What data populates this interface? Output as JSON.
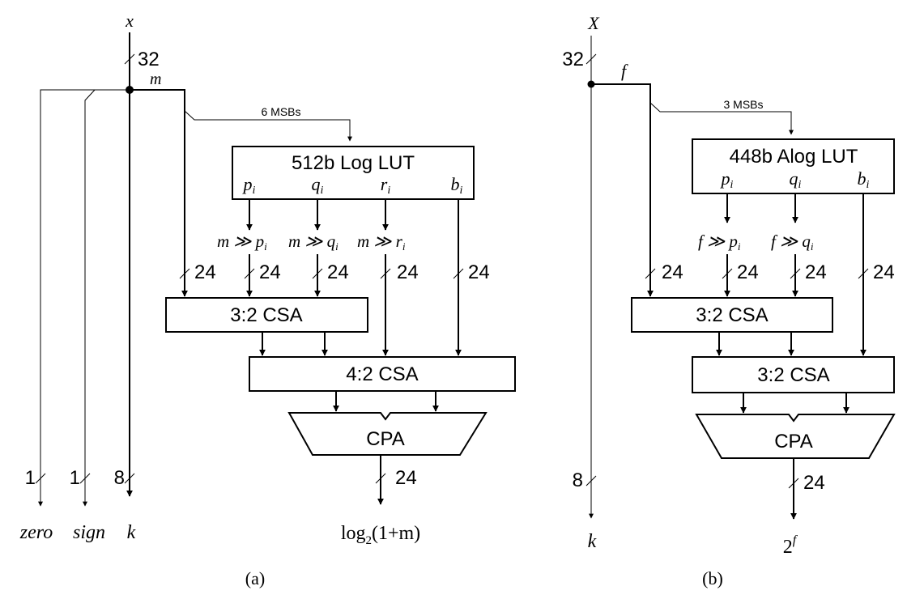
{
  "panel_a": {
    "caption": "(a)",
    "input": "x",
    "input_width": "32",
    "m_label": "m",
    "msb_label": "6 MSBs",
    "lut": {
      "title": "512b Log LUT",
      "outputs": [
        {
          "var": "p",
          "sub": "i"
        },
        {
          "var": "q",
          "sub": "i"
        },
        {
          "var": "r",
          "sub": "i"
        },
        {
          "var": "b",
          "sub": "i"
        }
      ]
    },
    "shifts": [
      {
        "left": "m ≫ ",
        "var": "p",
        "sub": "i"
      },
      {
        "left": "m ≫ ",
        "var": "q",
        "sub": "i"
      },
      {
        "left": "m ≫ ",
        "var": "r",
        "sub": "i"
      }
    ],
    "bus_widths": [
      "24",
      "24",
      "24",
      "24",
      "24"
    ],
    "csa1": "3:2 CSA",
    "csa2": "4:2 CSA",
    "cpa": "CPA",
    "out_width": "24",
    "output": {
      "prefix": "log",
      "sub": "2",
      "arg": "(1+m)"
    },
    "side_outputs": [
      {
        "width": "1",
        "label": "zero"
      },
      {
        "width": "1",
        "label": "sign"
      },
      {
        "width": "8",
        "label": "k"
      }
    ]
  },
  "panel_b": {
    "caption": "(b)",
    "input": "X",
    "input_width": "32",
    "f_label": "f",
    "msb_label": "3 MSBs",
    "lut": {
      "title": "448b Alog LUT",
      "outputs": [
        {
          "var": "p",
          "sub": "i"
        },
        {
          "var": "q",
          "sub": "i"
        },
        {
          "var": "b",
          "sub": "i"
        }
      ]
    },
    "shifts": [
      {
        "left": "f ≫ ",
        "var": "p",
        "sub": "i"
      },
      {
        "left": "f ≫ ",
        "var": "q",
        "sub": "i"
      }
    ],
    "bus_widths": [
      "24",
      "24",
      "24",
      "24"
    ],
    "csa1": "3:2 CSA",
    "csa2": "3:2 CSA",
    "cpa": "CPA",
    "out_width": "24",
    "output": {
      "base": "2",
      "exp": "f"
    },
    "k_width": "8",
    "k_label": "k"
  }
}
